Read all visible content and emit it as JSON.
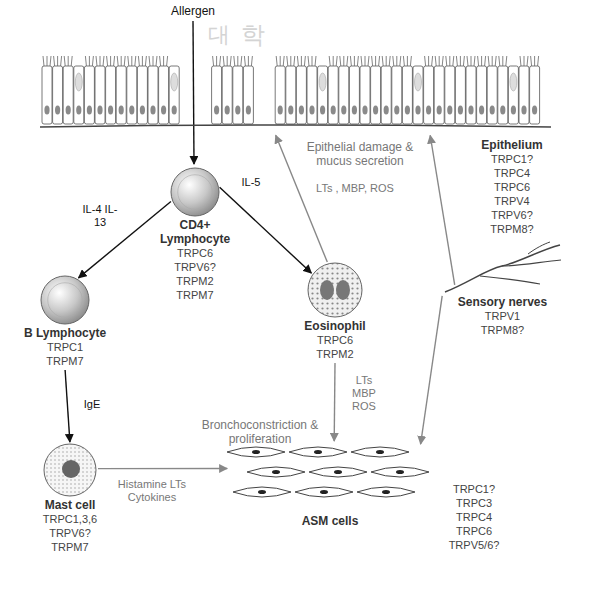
{
  "diagram": {
    "nodes": [
      {
        "text": [
          "Epithelium",
          "TRPC1?",
          "TRPC4",
          "TRPC6",
          "TRPV4",
          "TRPV6?",
          "TRPM8?"
        ]
      },
      {
        "text": [
          "CD4+ Lymphocyte",
          "TRPC6",
          "TRPV6?",
          "TRPM2",
          "TRPM7"
        ]
      },
      {
        "text": [
          "B Lymphocyte",
          "TRPC1",
          "TRPM7"
        ]
      },
      {
        "text": [
          "Eosinophil",
          "TRPC6",
          "TRPM2"
        ]
      },
      {
        "text": [
          "Sensory nerves",
          "TRPV1",
          "TRPM8?"
        ]
      },
      {
        "text": [
          "Mast cell",
          "TRPC1,3,6",
          "TRPV6?",
          "TRPM7"
        ]
      },
      {
        "text": [
          "ASM cells",
          "TRPC1?",
          "TRPC3",
          "TRPC4",
          "TRPC6",
          "TRPV5/6?"
        ]
      }
    ],
    "edges": [
      {
        "from": 1,
        "to": 2,
        "label": "IL-4 IL-13",
        "arrow": "to"
      },
      {
        "from": 1,
        "to": 3,
        "label": "IL-5",
        "arrow": "to"
      },
      {
        "from": 2,
        "to": 5,
        "label": "IgE",
        "arrow": "to"
      },
      {
        "from": 5,
        "to": 6,
        "label": "Histamine LTs Cytokines",
        "arrow": "to"
      },
      {
        "from": 3,
        "to": 6,
        "label": "LTs MBP ROS",
        "arrow": "to"
      },
      {
        "from": 3,
        "to": 0,
        "label": "LTs , MBP, ROS",
        "arrow": "to"
      },
      {
        "from": 4,
        "to": 0,
        "arrow": "to"
      },
      {
        "from": 4,
        "to": 6,
        "arrow": "to"
      }
    ],
    "labels": [
      "Allergen",
      "Epithelial damage & mucus secretion",
      "Bronchoconstriction & proliferation",
      "대",
      "학"
    ]
  }
}
